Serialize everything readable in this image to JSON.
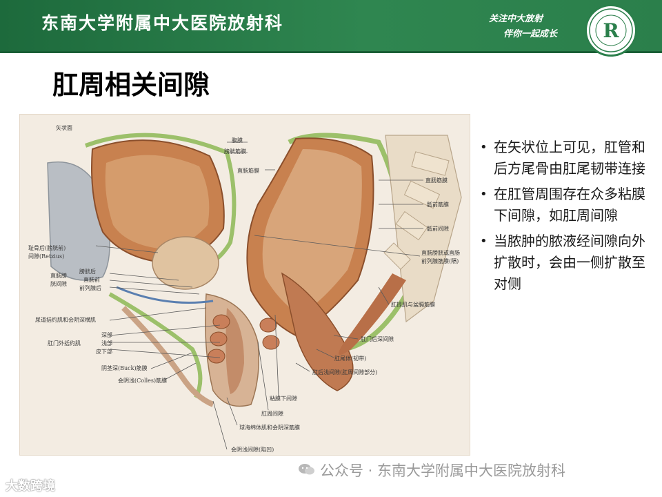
{
  "header": {
    "title": "东南大学附属中大医院放射科",
    "slogan_line1": "关注中大放射",
    "slogan_line2": "伴你一起成长",
    "logo_letter": "R"
  },
  "slide": {
    "title": "肛周相关间隙"
  },
  "figure": {
    "view_label": "矢状面",
    "labels": {
      "peritoneum": "腹膜",
      "rectovesical_fascia": "膀胱筋膜",
      "rectal_fascia": "直肠筋膜",
      "rectal_fascia_r": "直肠筋膜",
      "presacral_fascia": "骶前筋膜",
      "presacral_space": "骶前间隙",
      "retropubic_space_1": "耻骨后(膀胱前)",
      "retropubic_space_2": "间隙(Retzius)",
      "rectovesical_septum_1": "直肠膀胱或直肠",
      "rectovesical_septum_2": "前列腺筋膜(隔)",
      "retrovesical": "膀胱后",
      "rectovesical_space_1": "直肠膀",
      "rectovesical_space_2": "胱间隙",
      "prerectal": "直肠前",
      "retroprostatic": "前列腺后",
      "levator_fascia": "肛提肌与盆膈筋膜",
      "urethral_sphincter": "尿道括约肌和会阴深横肌",
      "deep_part": "深部",
      "superficial_part": "浅部",
      "subcutaneous_part": "皮下部",
      "external_sphincter": "肛门外括约肌",
      "deep_postanal": "肛门后深间隙",
      "anococcygeal": "肛尾体(韧带)",
      "superficial_postanal": "肛后浅间隙(肛周间隙部分)",
      "buck_fascia": "阴茎深(Buck)筋膜",
      "colles_fascia": "会阴浅(Colles)筋膜",
      "submucosal": "粘膜下间隙",
      "perianal": "肛周间隙",
      "bulbospongiosus": "球海绵体肌和会阴深筋膜",
      "superficial_perineal": "会阴浅间隙(陷凹)"
    }
  },
  "bullets": [
    "在矢状位上可见，肛管和后方尾骨由肛尾韧带连接",
    "在肛管周围存在众多粘膜下间隙，如肛周间隙",
    "当脓肿的脓液经间隙向外扩散时，会由一侧扩散至对侧"
  ],
  "bullet_marker": "•",
  "footer": {
    "watermark": "公众号 · 东南大学附属中大医院放射科",
    "corner_watermark": "大数跨境"
  },
  "colors": {
    "header_green": "#2b7f4b",
    "tissue_brown": "#c8814f",
    "fascia_green": "#9cc06a"
  }
}
